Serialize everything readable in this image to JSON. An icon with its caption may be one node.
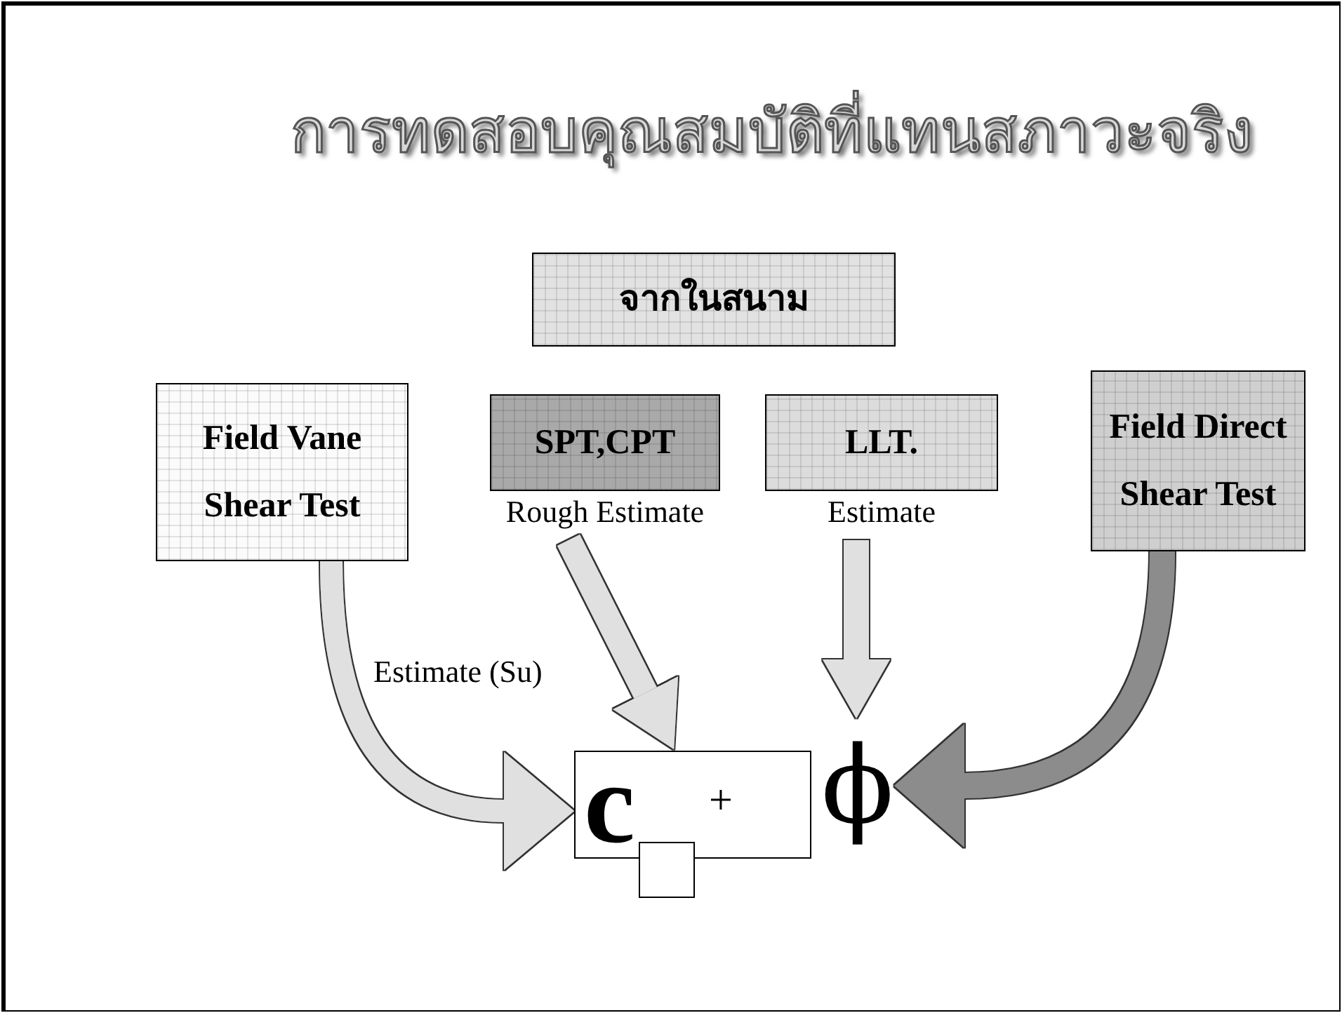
{
  "diagram": {
    "title": "การทดสอบคุณสมบัติที่แทนสภาวะจริง",
    "nodes": [
      {
        "text": [
          "จากในสนาม"
        ]
      },
      {
        "text": [
          "Field Vane Shear Test"
        ]
      },
      {
        "text": [
          "SPT,CPT"
        ],
        "beside": [
          "Rough Estimate"
        ]
      },
      {
        "text": [
          "LLT."
        ],
        "beside": [
          "Estimate"
        ]
      },
      {
        "text": [
          "Field Direct Shear Test"
        ]
      },
      {
        "text": [
          "c",
          "+"
        ]
      },
      {
        "text": [
          "ϕ"
        ]
      },
      {
        "text": [],
        "shape": "box"
      }
    ],
    "edges": [
      {
        "from": 1,
        "to": 5,
        "arrow": "to",
        "label": "Estimate (Su)"
      },
      {
        "from": 2,
        "to": 5,
        "arrow": "to"
      },
      {
        "from": 3,
        "to": 6,
        "arrow": "to"
      },
      {
        "from": 4,
        "to": 6,
        "arrow": "to",
        "color": "#8c8c8c"
      }
    ]
  }
}
